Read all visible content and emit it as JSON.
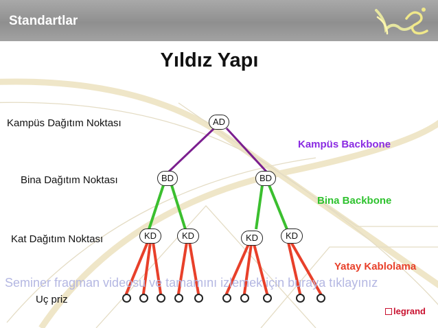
{
  "header": {
    "title": "Standartlar"
  },
  "main_title": "Yıldız Yapı",
  "levels": {
    "campus": "Kampüs Dağıtım Noktası",
    "building": "Bina Dağıtım Noktası",
    "floor": "Kat Dağıtım Noktası",
    "outlet": "Uç priz"
  },
  "segments": {
    "campus_backbone": "Kampüs Backbone",
    "building_backbone": "Bina Backbone",
    "horizontal": "Yatay Kablolama"
  },
  "nodes": {
    "ad": "AD",
    "bd1": "BD",
    "bd2": "BD",
    "kd1": "KD",
    "kd2": "KD",
    "kd3": "KD",
    "kd4": "KD"
  },
  "overlay_link": "Seminer fragman videosu ve tamamını izlemek için buraya tıklayınız",
  "brand": "legrand",
  "colors": {
    "campus_backbone": "#7b1f8f",
    "building_backbone": "#3bbf2f",
    "horizontal": "#e8402a",
    "header_bg": "#999999",
    "purple_text": "#8a2be2",
    "green_text": "#2ec22e",
    "red_text": "#e8402a"
  }
}
